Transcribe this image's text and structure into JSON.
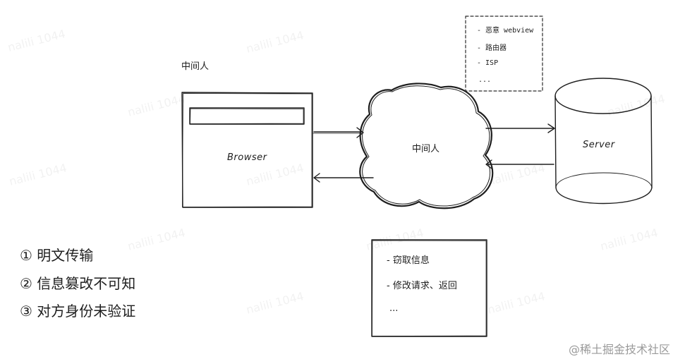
{
  "top_label": "中间人",
  "browser": {
    "label": "Browser"
  },
  "cloud": {
    "label": "中间人"
  },
  "server": {
    "label": "Server"
  },
  "mitm_sources": {
    "items": [
      "- 恶意 webview",
      "- 路由器",
      "- ISP",
      "..."
    ]
  },
  "attacks": {
    "items": [
      "- 窃取信息",
      "- 修改请求、返回",
      "..."
    ]
  },
  "risks": {
    "items": [
      "① 明文传输",
      "② 信息篡改不可知",
      "③ 对方身份未验证"
    ]
  },
  "watermark": "nalili 1044",
  "credit": "@稀土掘金技术社区",
  "colors": {
    "stroke": "#1e1e1e",
    "dashed": "#2a2a2a",
    "credit": "#9a9a9a"
  }
}
